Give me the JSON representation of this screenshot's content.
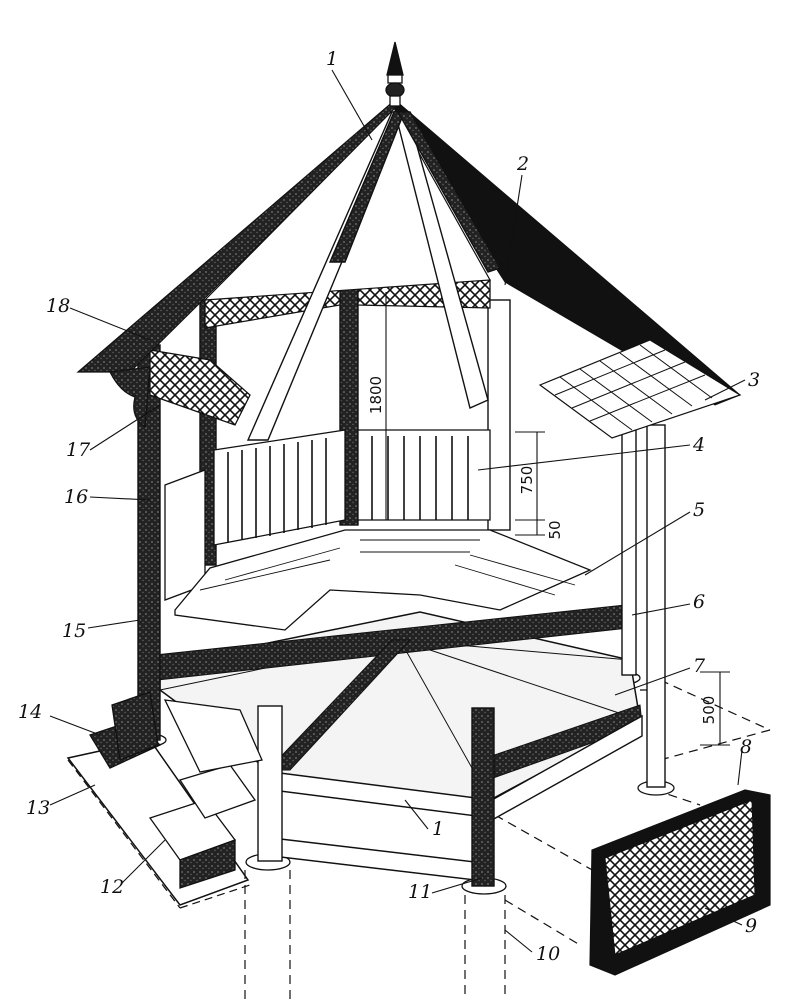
{
  "callouts": {
    "c1_top": "1",
    "c2": "2",
    "c3": "3",
    "c4": "4",
    "c5": "5",
    "c6": "6",
    "c7": "7",
    "c8": "8",
    "c9": "9",
    "c10": "10",
    "c11": "11",
    "c12": "12",
    "c13": "13",
    "c14": "14",
    "c15": "15",
    "c16": "16",
    "c17": "17",
    "c18": "18",
    "c1_bottom": "1"
  },
  "dimensions": {
    "d1800": "1800",
    "d750": "750",
    "d50": "50",
    "d500": "500"
  }
}
